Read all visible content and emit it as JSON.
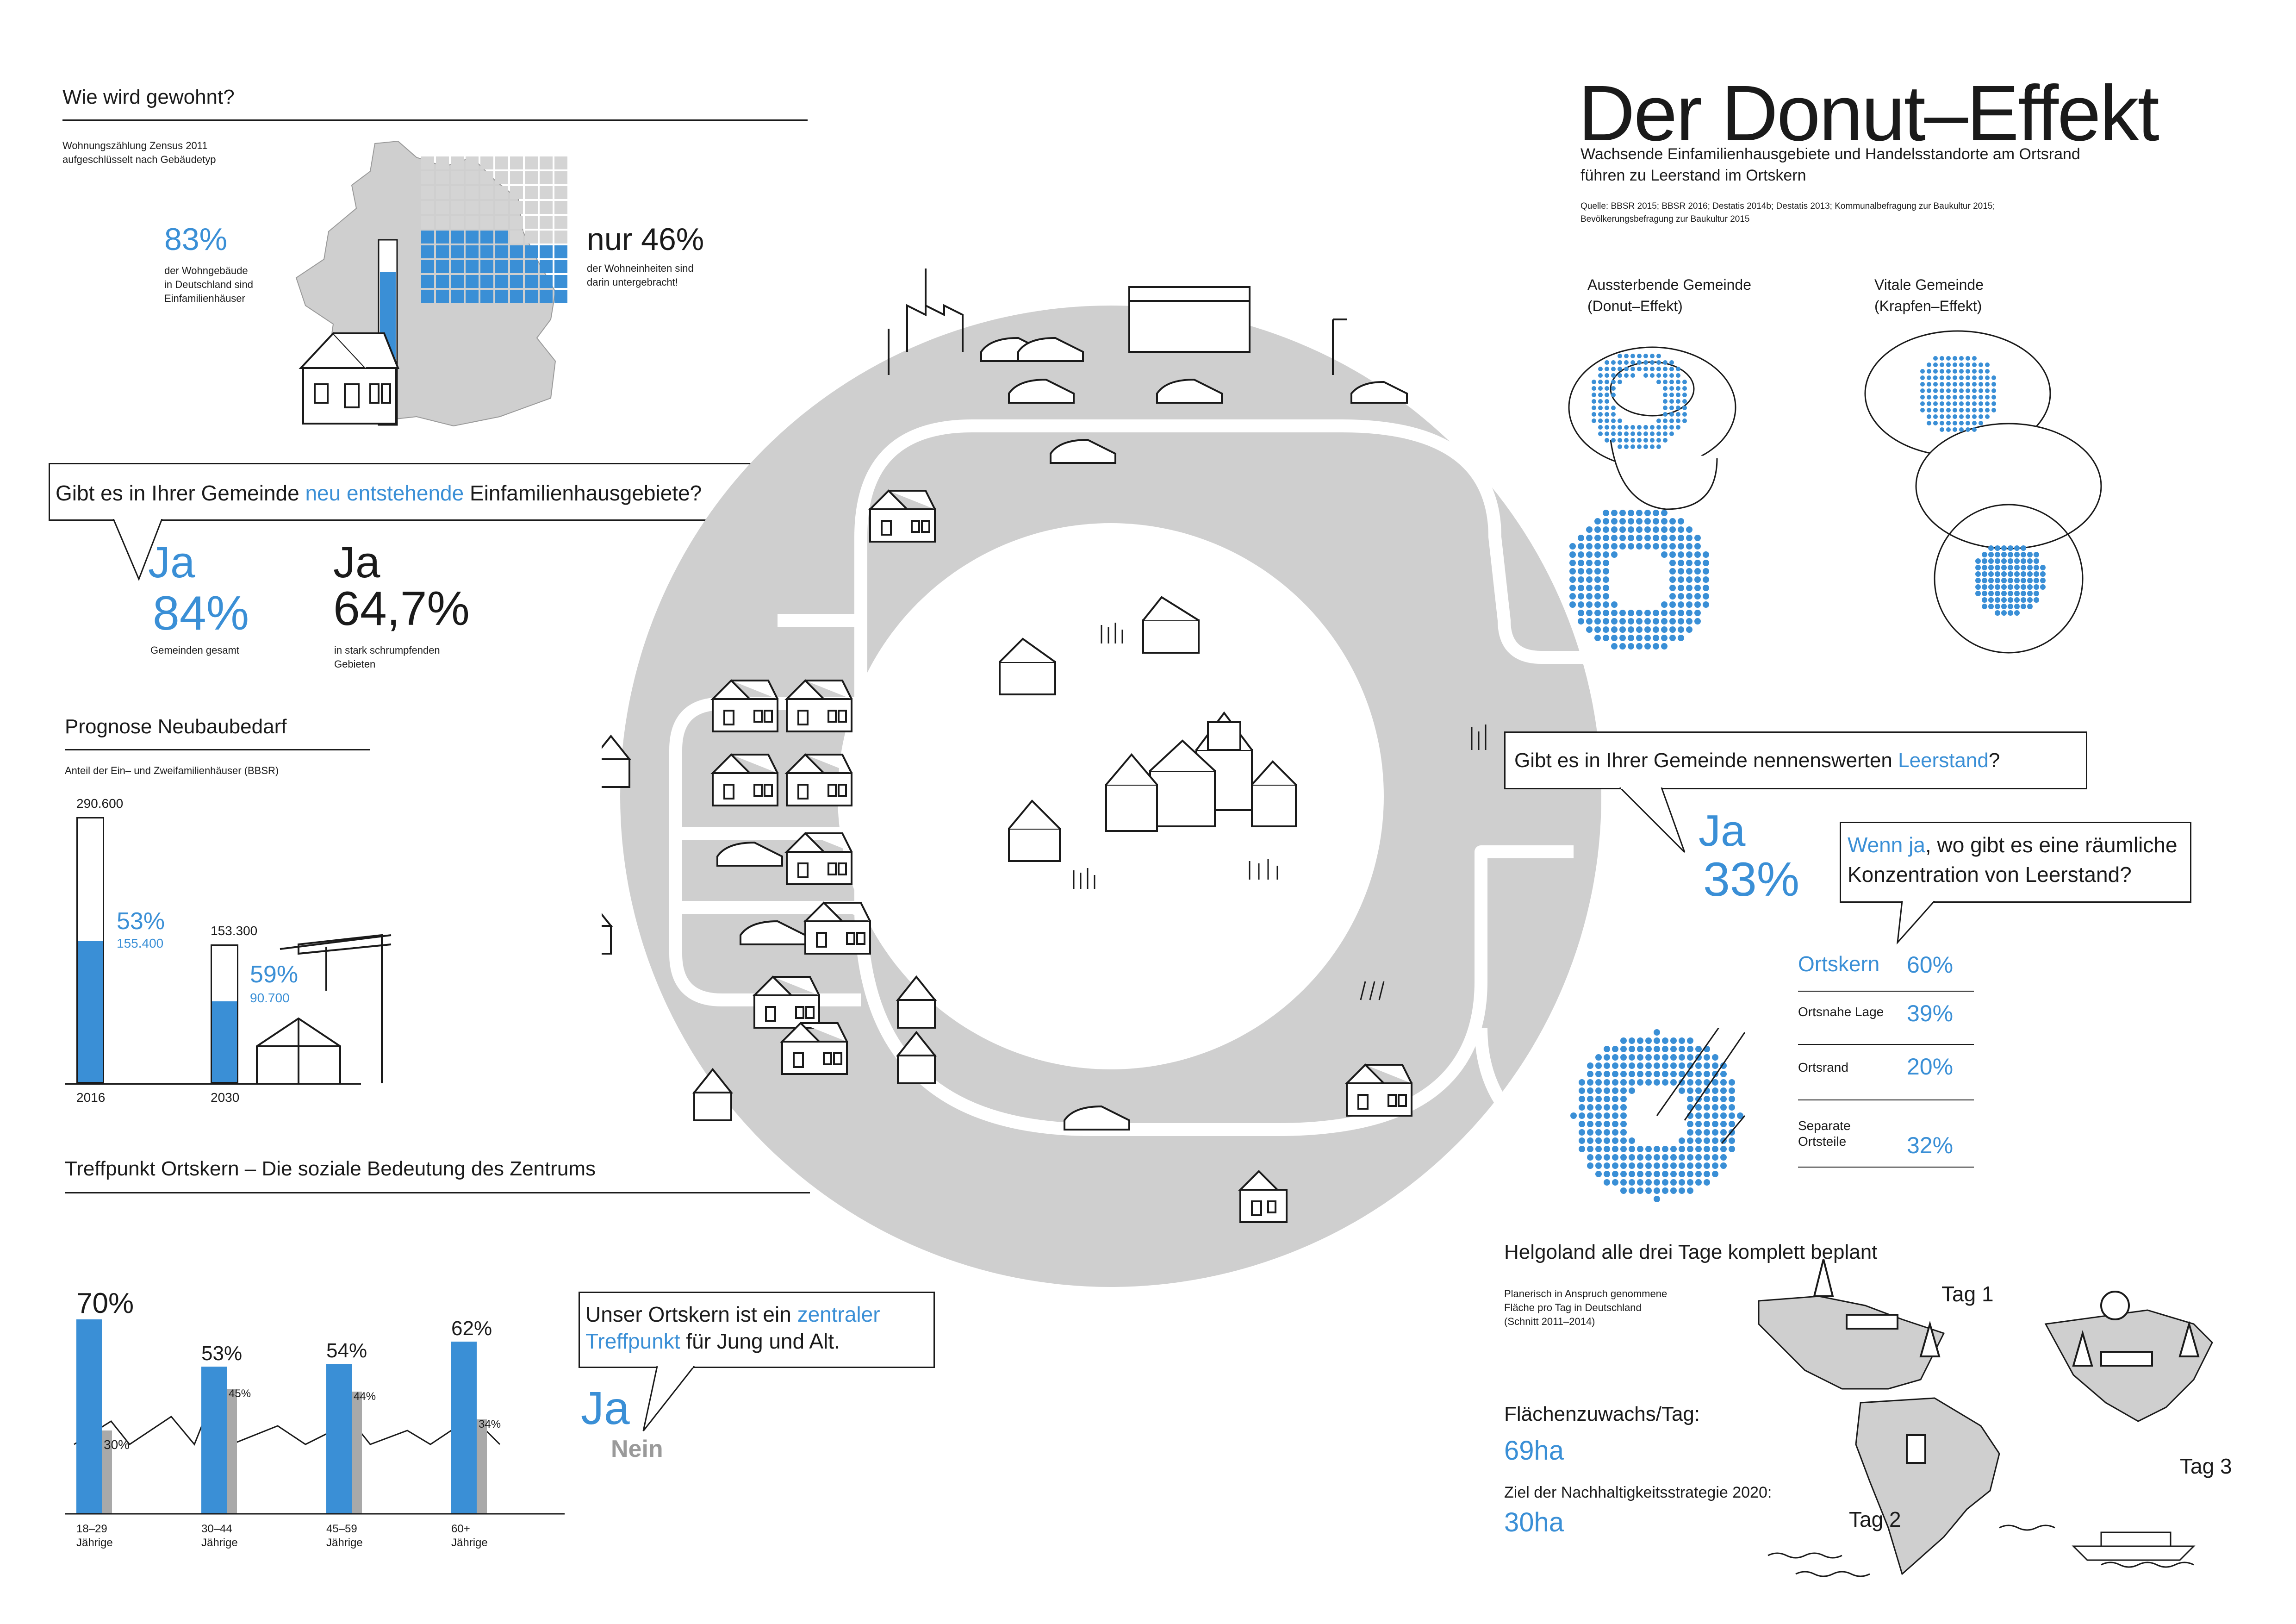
{
  "title": "Der Donut–Effekt",
  "subtitle_l1": "Wachsende Einfamilienhausgebiete und Handelsstandorte am Ortsrand",
  "subtitle_l2": "führen zu Leerstand  im Ortskern",
  "sources_l1": "Quelle: BBSR  2015; BBSR  2016; Destatis 2014b; Destatis 2013; Kommunalbefragung zur Baukultur 2015;",
  "sources_l2": "Bevölkerungsbefragung  zur Baukultur 2015",
  "colors": {
    "accent": "#3a8fd6",
    "grey": "#cfcfcf",
    "dark": "#1a1a1a",
    "bar_grey": "#a9a9a9"
  },
  "wohnen": {
    "header": "Wie wird gewohnt?",
    "census_l1": "Wohnungszählung Zensus 2011",
    "census_l2": "aufgeschlüsselt nach Gebäudetyp",
    "pct_houses": "83%",
    "houses_l1": "der Wohngebäude",
    "houses_l2": "in Deutschland sind",
    "houses_l3": "Einfamilienhäuser",
    "pct_units": "nur 46%",
    "units_l1": "der Wohneinheiten sind",
    "units_l2": "darin untergebracht!",
    "houses_share": 0.83,
    "units_share": 0.46
  },
  "neubau_q": {
    "q_pre": "Gibt es in Ihrer Gemeinde ",
    "q_hl": "neu entstehende",
    "q_post": " Einfamilienhausgebiete?",
    "ja1": "Ja",
    "pct1": "84%",
    "label1": "Gemeinden gesamt",
    "ja2": "Ja",
    "pct2": "64,7%",
    "label2_l1": "in stark schrumpfenden",
    "label2_l2": "Gebieten"
  },
  "prognose": {
    "header": "Prognose Neubaubedarf",
    "sub": "Anteil der Ein– und Zweifamilienhäuser (BBSR)",
    "bars": [
      {
        "year": "2016",
        "total_label": "290.600",
        "total": 290600,
        "pct": "53%",
        "part_label": "155.400",
        "part": 155400
      },
      {
        "year": "2030",
        "total_label": "153.300",
        "total": 153300,
        "pct": "59%",
        "part_label": "90.700",
        "part": 90700
      }
    ]
  },
  "treffpunkt": {
    "header": "Treffpunkt Ortskern –  Die soziale Bedeutung des Zentrums",
    "groups": [
      {
        "ja": 70,
        "nein": 30,
        "ja_label": "70%",
        "nein_label": "30%",
        "age": "18–29",
        "age2": "Jährige"
      },
      {
        "ja": 53,
        "nein": 45,
        "ja_label": "53%",
        "nein_label": "45%",
        "age": "30–44",
        "age2": "Jährige"
      },
      {
        "ja": 54,
        "nein": 44,
        "ja_label": "54%",
        "nein_label": "44%",
        "age": "45–59",
        "age2": "Jährige"
      },
      {
        "ja": 62,
        "nein": 34,
        "ja_label": "62%",
        "nein_label": "34%",
        "age": "60+",
        "age2": "Jährige"
      }
    ],
    "q_l1_pre": "Unser Ortskern ist ein ",
    "q_l1_hl": "zentraler",
    "q_l2_hl": "Treffpunkt",
    "q_l2_post": " für Jung und Alt.",
    "ja": "Ja",
    "nein": "Nein"
  },
  "donut_types": {
    "a_l1": "Aussterbende Gemeinde",
    "a_l2": "(Donut–Effekt)",
    "b_l1": "Vitale Gemeinde",
    "b_l2": "(Krapfen–Effekt)"
  },
  "leerstand": {
    "q_pre": "Gibt es in Ihrer Gemeinde nennenswerten ",
    "q_hl": "Leerstand",
    "q_post": "?",
    "ja": "Ja",
    "pct": "33%",
    "q2_l1_hl": "Wenn ja",
    "q2_l1_post": ", wo gibt es eine räumliche",
    "q2_l2": "Konzentration von Leerstand?",
    "items": [
      {
        "label": "Ortskern",
        "pct": "60%",
        "value": 60
      },
      {
        "label": "Ortsnahe Lage",
        "pct": "39%",
        "value": 39
      },
      {
        "label": "Ortsrand",
        "pct": "20%",
        "value": 20
      },
      {
        "label": "Separate",
        "label2": "Ortsteile",
        "pct": "32%",
        "value": 32
      }
    ]
  },
  "helgoland": {
    "header": "Helgoland alle drei Tage  komplett beplant",
    "sub_l1": "Planerisch  in Anspruch genommene",
    "sub_l2": "Fläche  pro Tag in Deutschland",
    "sub_l3": "(Schnitt  2011–2014)",
    "growth_label": "Flächenzuwachs/Tag:",
    "growth_value": "69ha",
    "goal_label": "Ziel der Nachhaltigkeitsstrategie 2020:",
    "goal_value": "30ha",
    "tag1": "Tag 1",
    "tag2": "Tag 2",
    "tag3": "Tag 3"
  }
}
